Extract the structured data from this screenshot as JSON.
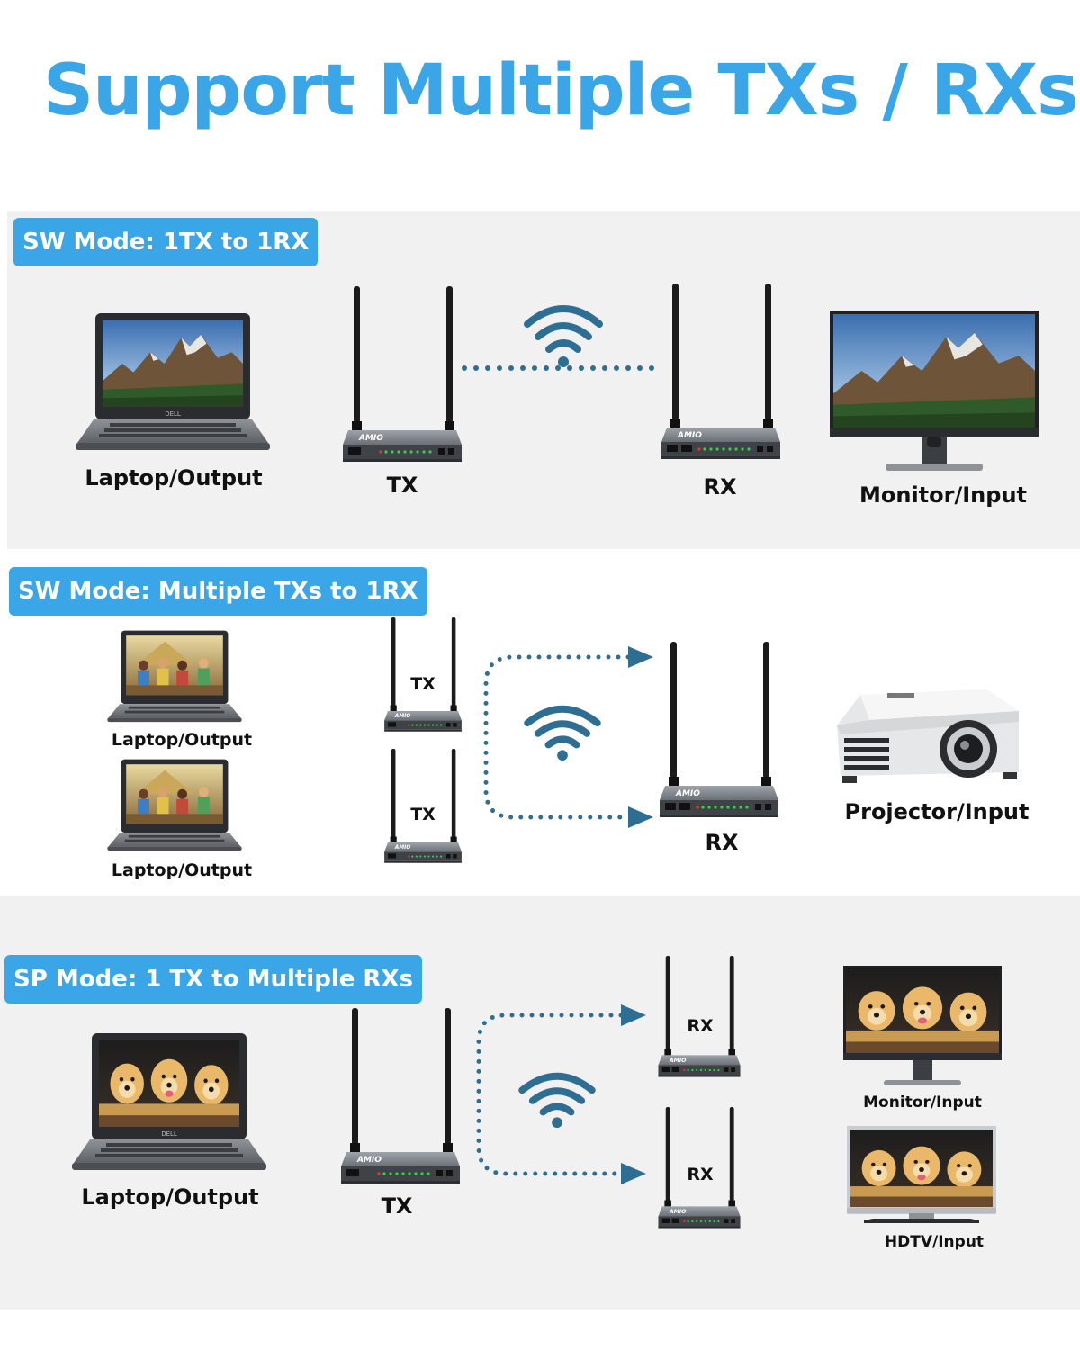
{
  "title": "Support Multiple TXs / RXs",
  "colors": {
    "accent": "#3aa6e8",
    "panel": "#f1f1f1",
    "link": "#2f6e93"
  },
  "brand_on_device": "AMIO",
  "laptop_brand": "DELL",
  "sections": [
    {
      "mode_label": "SW Mode: 1TX to 1RX",
      "source_label": "Laptop/Output",
      "tx_label": "TX",
      "rx_label": "RX",
      "display_label": "Monitor/Input"
    },
    {
      "mode_label": "SW Mode: Multiple TXs to 1RX",
      "source_labels": [
        "Laptop/Output",
        "Laptop/Output"
      ],
      "tx_labels": [
        "TX",
        "TX"
      ],
      "rx_label": "RX",
      "display_label": "Projector/Input"
    },
    {
      "mode_label": "SP Mode: 1 TX to Multiple RXs",
      "source_label": "Laptop/Output",
      "tx_label": "TX",
      "rx_labels": [
        "RX",
        "RX"
      ],
      "display_labels": [
        "Monitor/Input",
        "HDTV/Input"
      ]
    }
  ]
}
